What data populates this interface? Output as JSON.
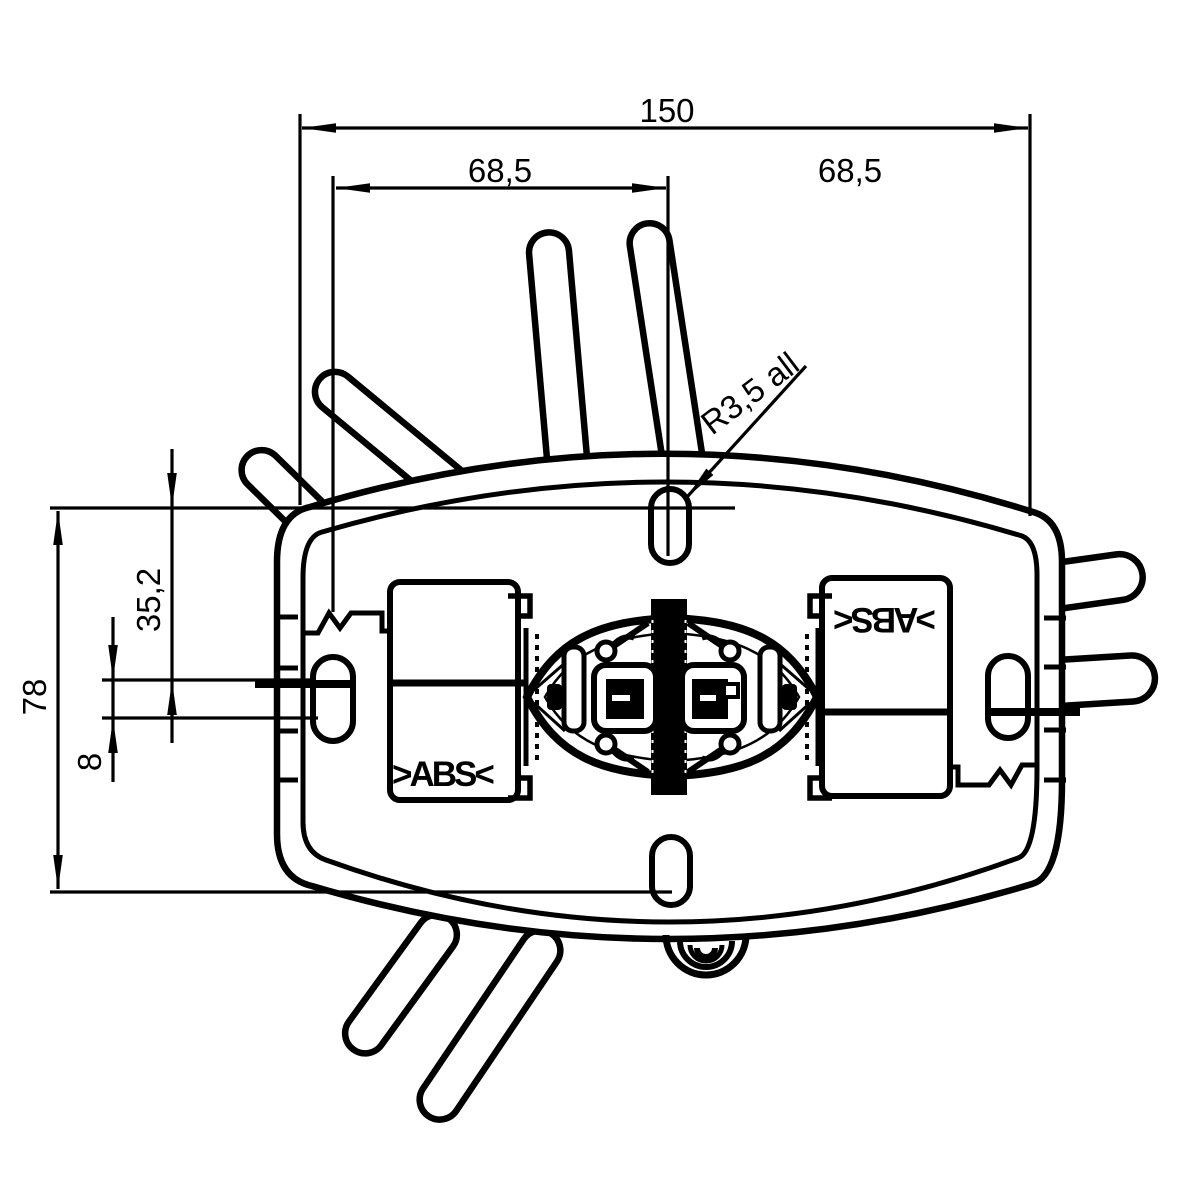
{
  "drawing": {
    "type": "technical-dimension-drawing",
    "colors": {
      "line": "#000000",
      "background": "#ffffff"
    },
    "dimensions": {
      "total_width": "150",
      "slot_offset_left": "68,5",
      "slot_offset_right": "68,5",
      "total_height": "78",
      "mid_height": "35,2",
      "slot_height": "8",
      "radius_callout": "R3,5 all"
    },
    "markings": {
      "material_left": ">ABS<",
      "material_right": ">ABS<"
    }
  }
}
